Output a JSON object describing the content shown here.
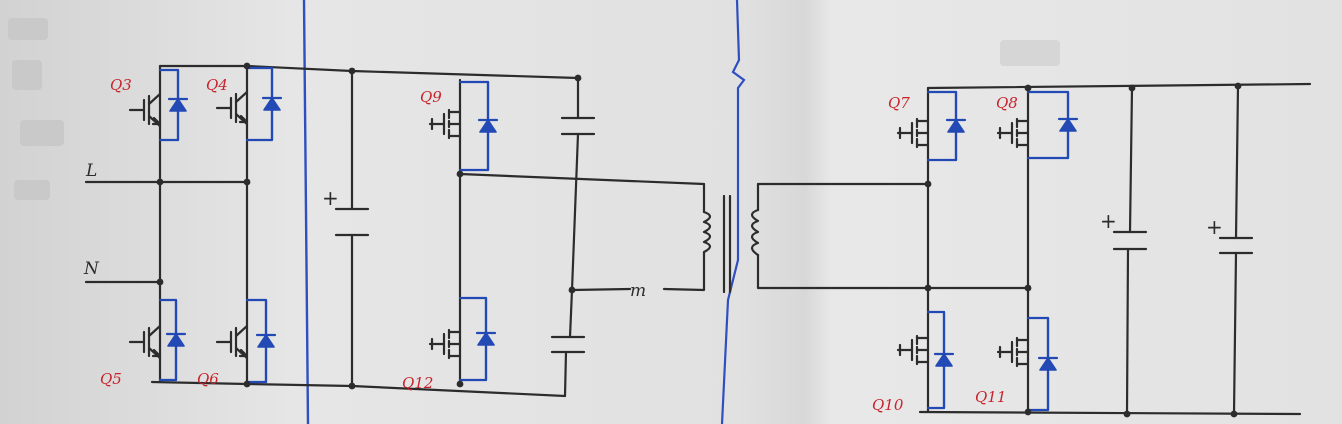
{
  "diagram": {
    "input_labels": {
      "line": "L",
      "neutral": "N"
    },
    "capacitor_polarity_mark": "+",
    "inductor_mark": "m",
    "switches": [
      {
        "id": "q3",
        "label": "Q3",
        "kind": "igbt"
      },
      {
        "id": "q4",
        "label": "Q4",
        "kind": "igbt"
      },
      {
        "id": "q5",
        "label": "Q5",
        "kind": "igbt"
      },
      {
        "id": "q6",
        "label": "Q6",
        "kind": "igbt"
      },
      {
        "id": "q9",
        "label": "Q9",
        "kind": "mosfet"
      },
      {
        "id": "q12",
        "label": "Q12",
        "kind": "mosfet"
      },
      {
        "id": "q7",
        "label": "Q7",
        "kind": "mosfet"
      },
      {
        "id": "q8",
        "label": "Q8",
        "kind": "mosfet"
      },
      {
        "id": "q10",
        "label": "Q10",
        "kind": "mosfet"
      },
      {
        "id": "q11",
        "label": "Q11",
        "kind": "mosfet"
      }
    ],
    "colors": {
      "paper": "#dedede",
      "wire": "#2c2c2c",
      "diode_ink": "#2349b5",
      "label_ink": "#c8242c",
      "fold_line": "#2f4fc0"
    }
  }
}
